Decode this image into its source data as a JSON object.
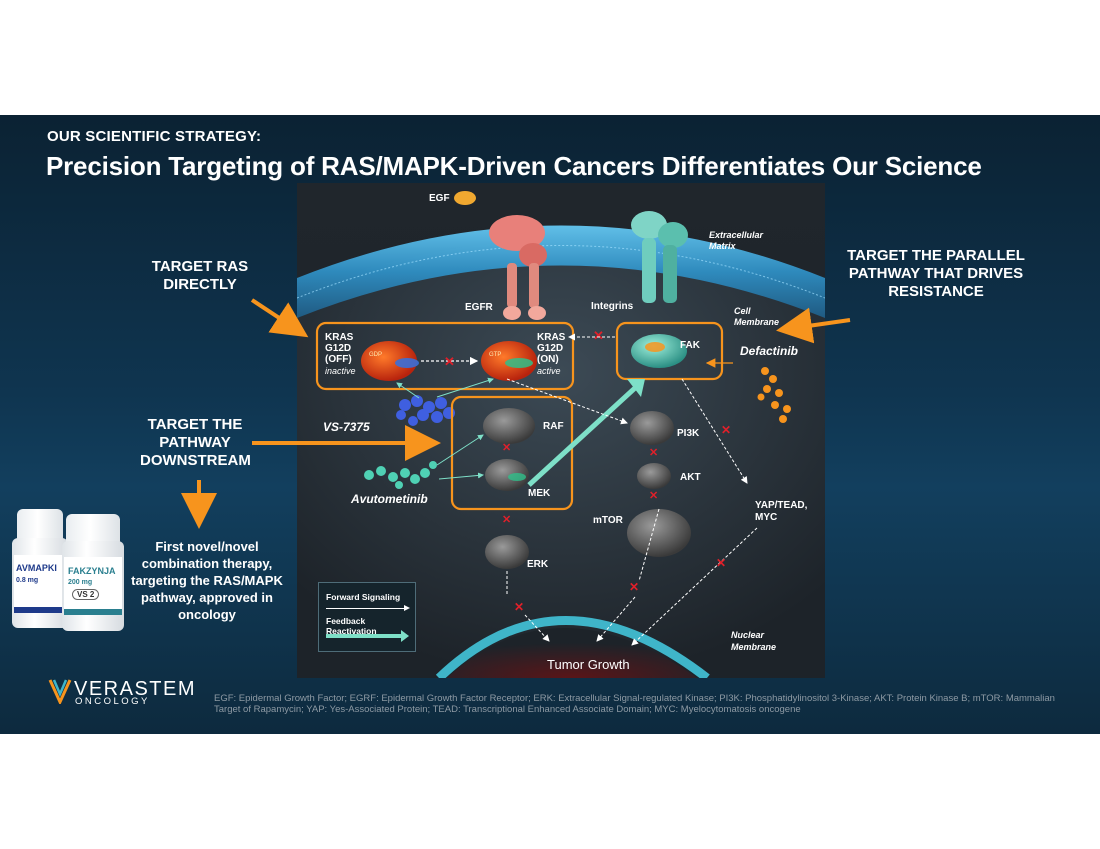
{
  "header": {
    "eyebrow": "OUR SCIENTIFIC STRATEGY:",
    "title": "Precision Targeting of RAS/MAPK-Driven Cancers Differentiates Our Science"
  },
  "callouts": {
    "target_ras": "TARGET RAS DIRECTLY",
    "target_parallel": "TARGET THE PARALLEL PATHWAY THAT DRIVES RESISTANCE",
    "target_downstream": "TARGET THE PATHWAY DOWNSTREAM",
    "first_novel": "First novel/novel combination therapy, targeting the RAS/MAPK pathway, approved in oncology"
  },
  "diagram": {
    "egf": "EGF",
    "extracellular_matrix_1": "Extracellular",
    "extracellular_matrix_2": "Matrix",
    "egfr": "EGFR",
    "integrins": "Integrins",
    "cell_membrane_1": "Cell",
    "cell_membrane_2": "Membrane",
    "kras_off_1": "KRAS",
    "kras_off_2": "G12D",
    "kras_off_3": "(OFF)",
    "kras_off_state": "inactive",
    "kras_on_1": "KRAS",
    "kras_on_2": "G12D",
    "kras_on_3": "(ON)",
    "kras_on_state": "active",
    "gdp": "GDP",
    "gtp": "GTP",
    "fak": "FAK",
    "defactinib": "Defactinib",
    "vs7375": "VS-7375",
    "avutometinib": "Avutometinib",
    "raf": "RAF",
    "mek": "MEK",
    "erk": "ERK",
    "pi3k": "PI3K",
    "akt": "AKT",
    "mtor": "mTOR",
    "yap_1": "YAP/TEAD,",
    "yap_2": "MYC",
    "nuclear_membrane_1": "Nuclear",
    "nuclear_membrane_2": "Membrane",
    "tumor_growth": "Tumor Growth"
  },
  "legend": {
    "forward": "Forward Signaling",
    "feedback": "Feedback Reactivation"
  },
  "products": {
    "avmapki": "AVMAPKI",
    "avmapki_dose": "0.8 mg",
    "fakzynja": "FAKZYNJA",
    "fakzynja_dose": "200 mg",
    "fakzynja_mark": "VS 2"
  },
  "logo": {
    "name": "VERASTEM",
    "sub": "ONCOLOGY"
  },
  "footnote": "EGF: Epidermal Growth Factor; EGRF: Epidermal Growth Factor Receptor; ERK: Extracellular Signal-regulated Kinase; PI3K: Phosphatidylinositol 3-Kinase;  AKT: Protein Kinase B; mTOR: Mammalian Target of Rapamycin; YAP: Yes-Associated Protein; TEAD: Transcriptional Enhanced Associate Domain; MYC:  Myelocytomatosis oncogene",
  "colors": {
    "accent_orange": "#f7941d",
    "inhibit_red": "#e0202a",
    "feedback_teal": "#7ee0c8",
    "membrane_blue": "#3aa6d8"
  }
}
